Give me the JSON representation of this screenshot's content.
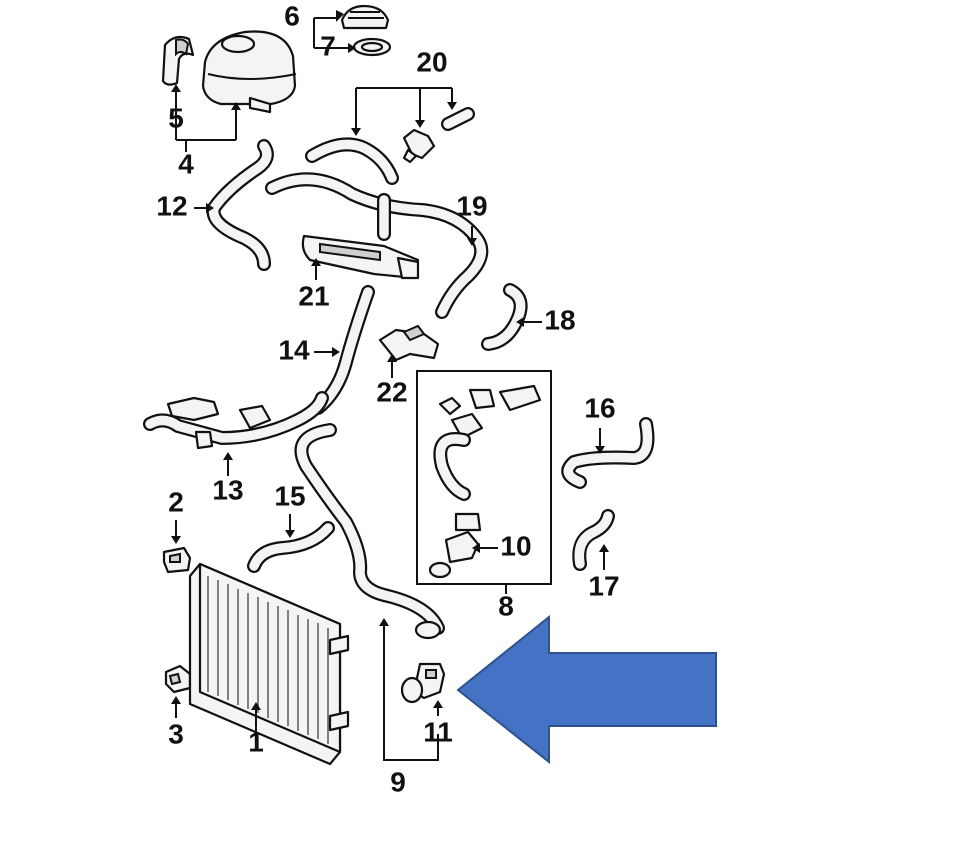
{
  "diagram": {
    "callouts": [
      "1",
      "2",
      "3",
      "4",
      "5",
      "6",
      "7",
      "8",
      "9",
      "10",
      "11",
      "12",
      "13",
      "14",
      "15",
      "16",
      "17",
      "18",
      "19",
      "20",
      "21",
      "22"
    ],
    "highlight_arrow_color": "#4472c4",
    "highlight_arrow_stroke": "#2f528f",
    "highlight_target": "11"
  }
}
